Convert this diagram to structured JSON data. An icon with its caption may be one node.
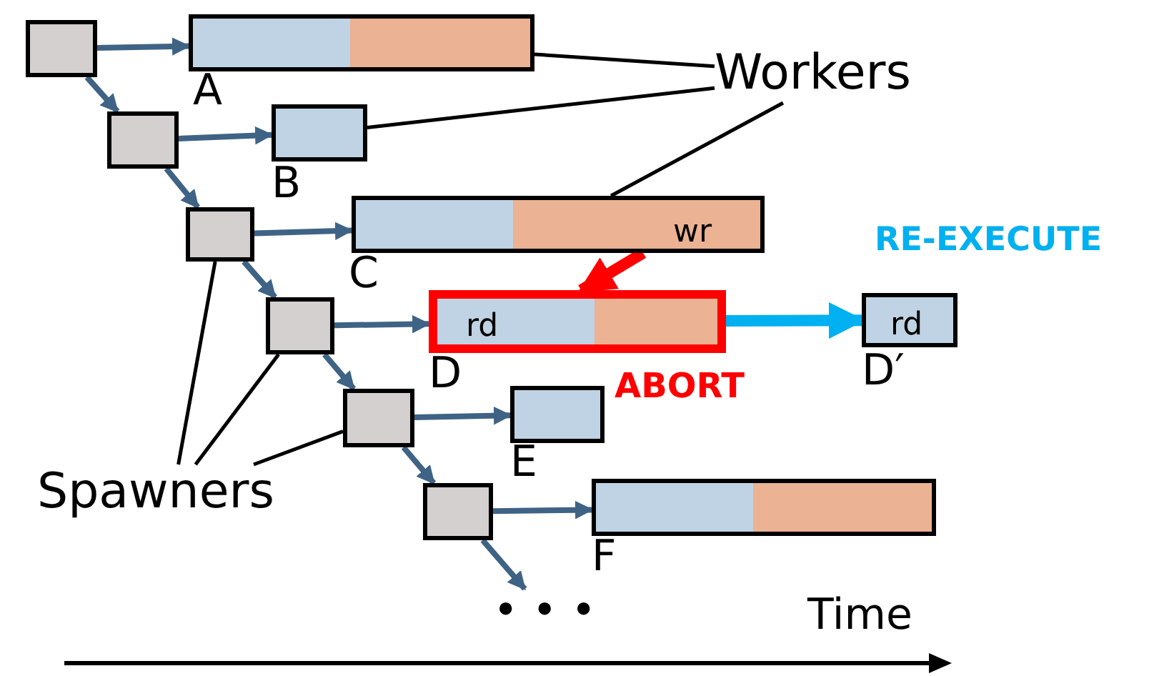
{
  "diagram": {
    "nodes": [
      {
        "text": [],
        "shape": "box"
      },
      {
        "text": [],
        "shape": "box"
      },
      {
        "text": [],
        "shape": "box"
      },
      {
        "text": [],
        "shape": "box"
      },
      {
        "text": [],
        "shape": "box"
      },
      {
        "text": [],
        "shape": "box"
      },
      {
        "text": [],
        "shape": "box",
        "beside": [
          "A"
        ]
      },
      {
        "text": [],
        "shape": "box",
        "beside": [
          "B"
        ]
      },
      {
        "text": [
          "wr"
        ],
        "beside": [
          "C"
        ]
      },
      {
        "text": [
          "rd"
        ],
        "beside": [
          "D",
          "ABORT"
        ]
      },
      {
        "text": [
          "rd"
        ],
        "beside": [
          "D′"
        ]
      },
      {
        "text": [],
        "shape": "box",
        "beside": [
          "E"
        ]
      },
      {
        "text": [],
        "shape": "box",
        "beside": [
          "F"
        ]
      },
      {
        "text": [
          "Workers"
        ]
      },
      {
        "text": [
          "Spawners"
        ]
      },
      {
        "text": [
          "• • •"
        ]
      }
    ],
    "edges": [
      {
        "from": 0,
        "to": 6,
        "arrow": "to"
      },
      {
        "from": 0,
        "to": 1,
        "arrow": "to"
      },
      {
        "from": 1,
        "to": 7,
        "arrow": "to"
      },
      {
        "from": 1,
        "to": 2,
        "arrow": "to"
      },
      {
        "from": 2,
        "to": 8,
        "arrow": "to"
      },
      {
        "from": 2,
        "to": 3,
        "arrow": "to"
      },
      {
        "from": 3,
        "to": 9,
        "arrow": "to"
      },
      {
        "from": 3,
        "to": 4,
        "arrow": "to"
      },
      {
        "from": 4,
        "to": 11,
        "arrow": "to"
      },
      {
        "from": 4,
        "to": 5,
        "arrow": "to"
      },
      {
        "from": 5,
        "to": 12,
        "arrow": "to"
      },
      {
        "from": 5,
        "to": 15,
        "arrow": "to"
      },
      {
        "from": 8,
        "to": 9,
        "arrow": "to",
        "style": "thick",
        "color": "#ff0000"
      },
      {
        "from": 9,
        "to": 10,
        "arrow": "to",
        "style": "thick",
        "color": "#00b0f0",
        "label": "RE-EXECUTE"
      },
      {
        "from": 13,
        "to": 6,
        "arrow": "none",
        "color": "#000000"
      },
      {
        "from": 13,
        "to": 7,
        "arrow": "none",
        "color": "#000000"
      },
      {
        "from": 13,
        "to": 8,
        "arrow": "none",
        "color": "#000000"
      },
      {
        "from": 14,
        "to": 2,
        "arrow": "none",
        "color": "#000000"
      },
      {
        "from": 14,
        "to": 3,
        "arrow": "none",
        "color": "#000000"
      },
      {
        "from": 14,
        "to": 4,
        "arrow": "none",
        "color": "#000000"
      }
    ],
    "labels": [
      "Time"
    ]
  }
}
